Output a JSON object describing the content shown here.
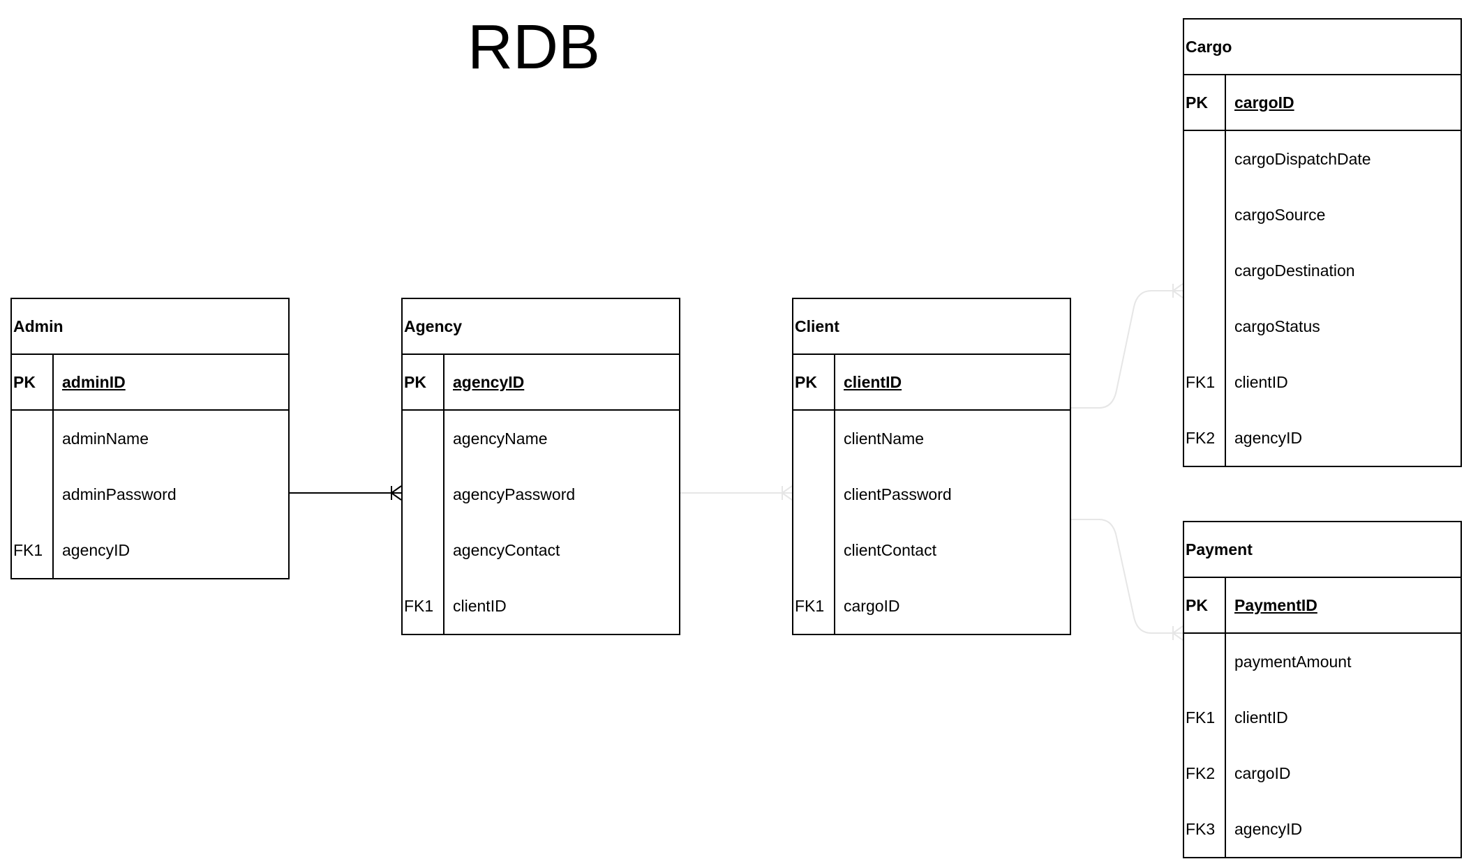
{
  "title": "RDB",
  "entities": {
    "admin": {
      "name": "Admin",
      "pk": {
        "key": "PK",
        "field": "adminID"
      },
      "rows": [
        {
          "key": "",
          "field": "adminName"
        },
        {
          "key": "",
          "field": "adminPassword"
        },
        {
          "key": "FK1",
          "field": "agencyID"
        }
      ]
    },
    "agency": {
      "name": "Agency",
      "pk": {
        "key": "PK",
        "field": "agencyID"
      },
      "rows": [
        {
          "key": "",
          "field": "agencyName"
        },
        {
          "key": "",
          "field": "agencyPassword"
        },
        {
          "key": "",
          "field": "agencyContact"
        },
        {
          "key": "FK1",
          "field": "clientID"
        }
      ]
    },
    "client": {
      "name": "Client",
      "pk": {
        "key": "PK",
        "field": "clientID"
      },
      "rows": [
        {
          "key": "",
          "field": "clientName"
        },
        {
          "key": "",
          "field": "clientPassword"
        },
        {
          "key": "",
          "field": "clientContact"
        },
        {
          "key": "FK1",
          "field": "cargoID"
        }
      ]
    },
    "cargo": {
      "name": "Cargo",
      "pk": {
        "key": "PK",
        "field": "cargoID"
      },
      "rows": [
        {
          "key": "",
          "field": "cargoDispatchDate"
        },
        {
          "key": "",
          "field": "cargoSource"
        },
        {
          "key": "",
          "field": "cargoDestination"
        },
        {
          "key": "",
          "field": "cargoStatus"
        },
        {
          "key": "FK1",
          "field": "clientID"
        },
        {
          "key": "FK2",
          "field": "agencyID"
        }
      ]
    },
    "payment": {
      "name": "Payment",
      "pk": {
        "key": "PK",
        "field": "PaymentID"
      },
      "rows": [
        {
          "key": "",
          "field": "paymentAmount"
        },
        {
          "key": "FK1",
          "field": "clientID"
        },
        {
          "key": "FK2",
          "field": "cargoID"
        },
        {
          "key": "FK3",
          "field": "agencyID"
        }
      ]
    }
  },
  "relationships": [
    {
      "from": "Admin",
      "to": "Agency",
      "cardinality": "one-to-many",
      "color": "#000000"
    },
    {
      "from": "Agency",
      "to": "Client",
      "cardinality": "one-to-many",
      "color": "#e6e6e6"
    },
    {
      "from": "Client",
      "to": "Cargo",
      "cardinality": "one-to-many",
      "color": "#e6e6e6"
    },
    {
      "from": "Client",
      "to": "Payment",
      "cardinality": "one-to-many",
      "color": "#e6e6e6"
    }
  ]
}
